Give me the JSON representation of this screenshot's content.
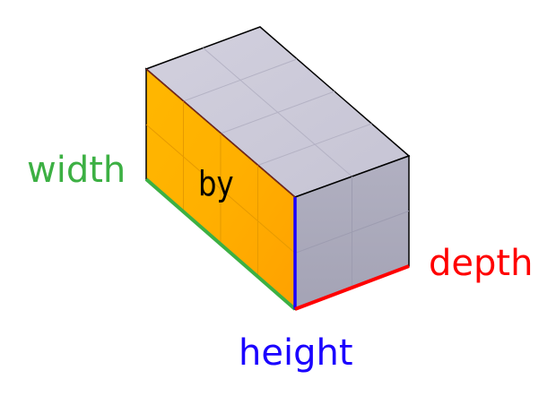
{
  "labels": {
    "width": "width",
    "by": "by",
    "depth": "depth",
    "height": "height"
  },
  "colors": {
    "width": "#3cb043",
    "by": "#000000",
    "depth": "#ff0000",
    "height": "#1a00ff",
    "front_face": "#ffad00",
    "front_face_light": "#ffc400",
    "top_face": "#cbc9d8",
    "side_face": "#a8a7b8",
    "grid_line": "#c9a24a",
    "grey_grid_line": "#b2b0c0",
    "outline": "#000000"
  }
}
